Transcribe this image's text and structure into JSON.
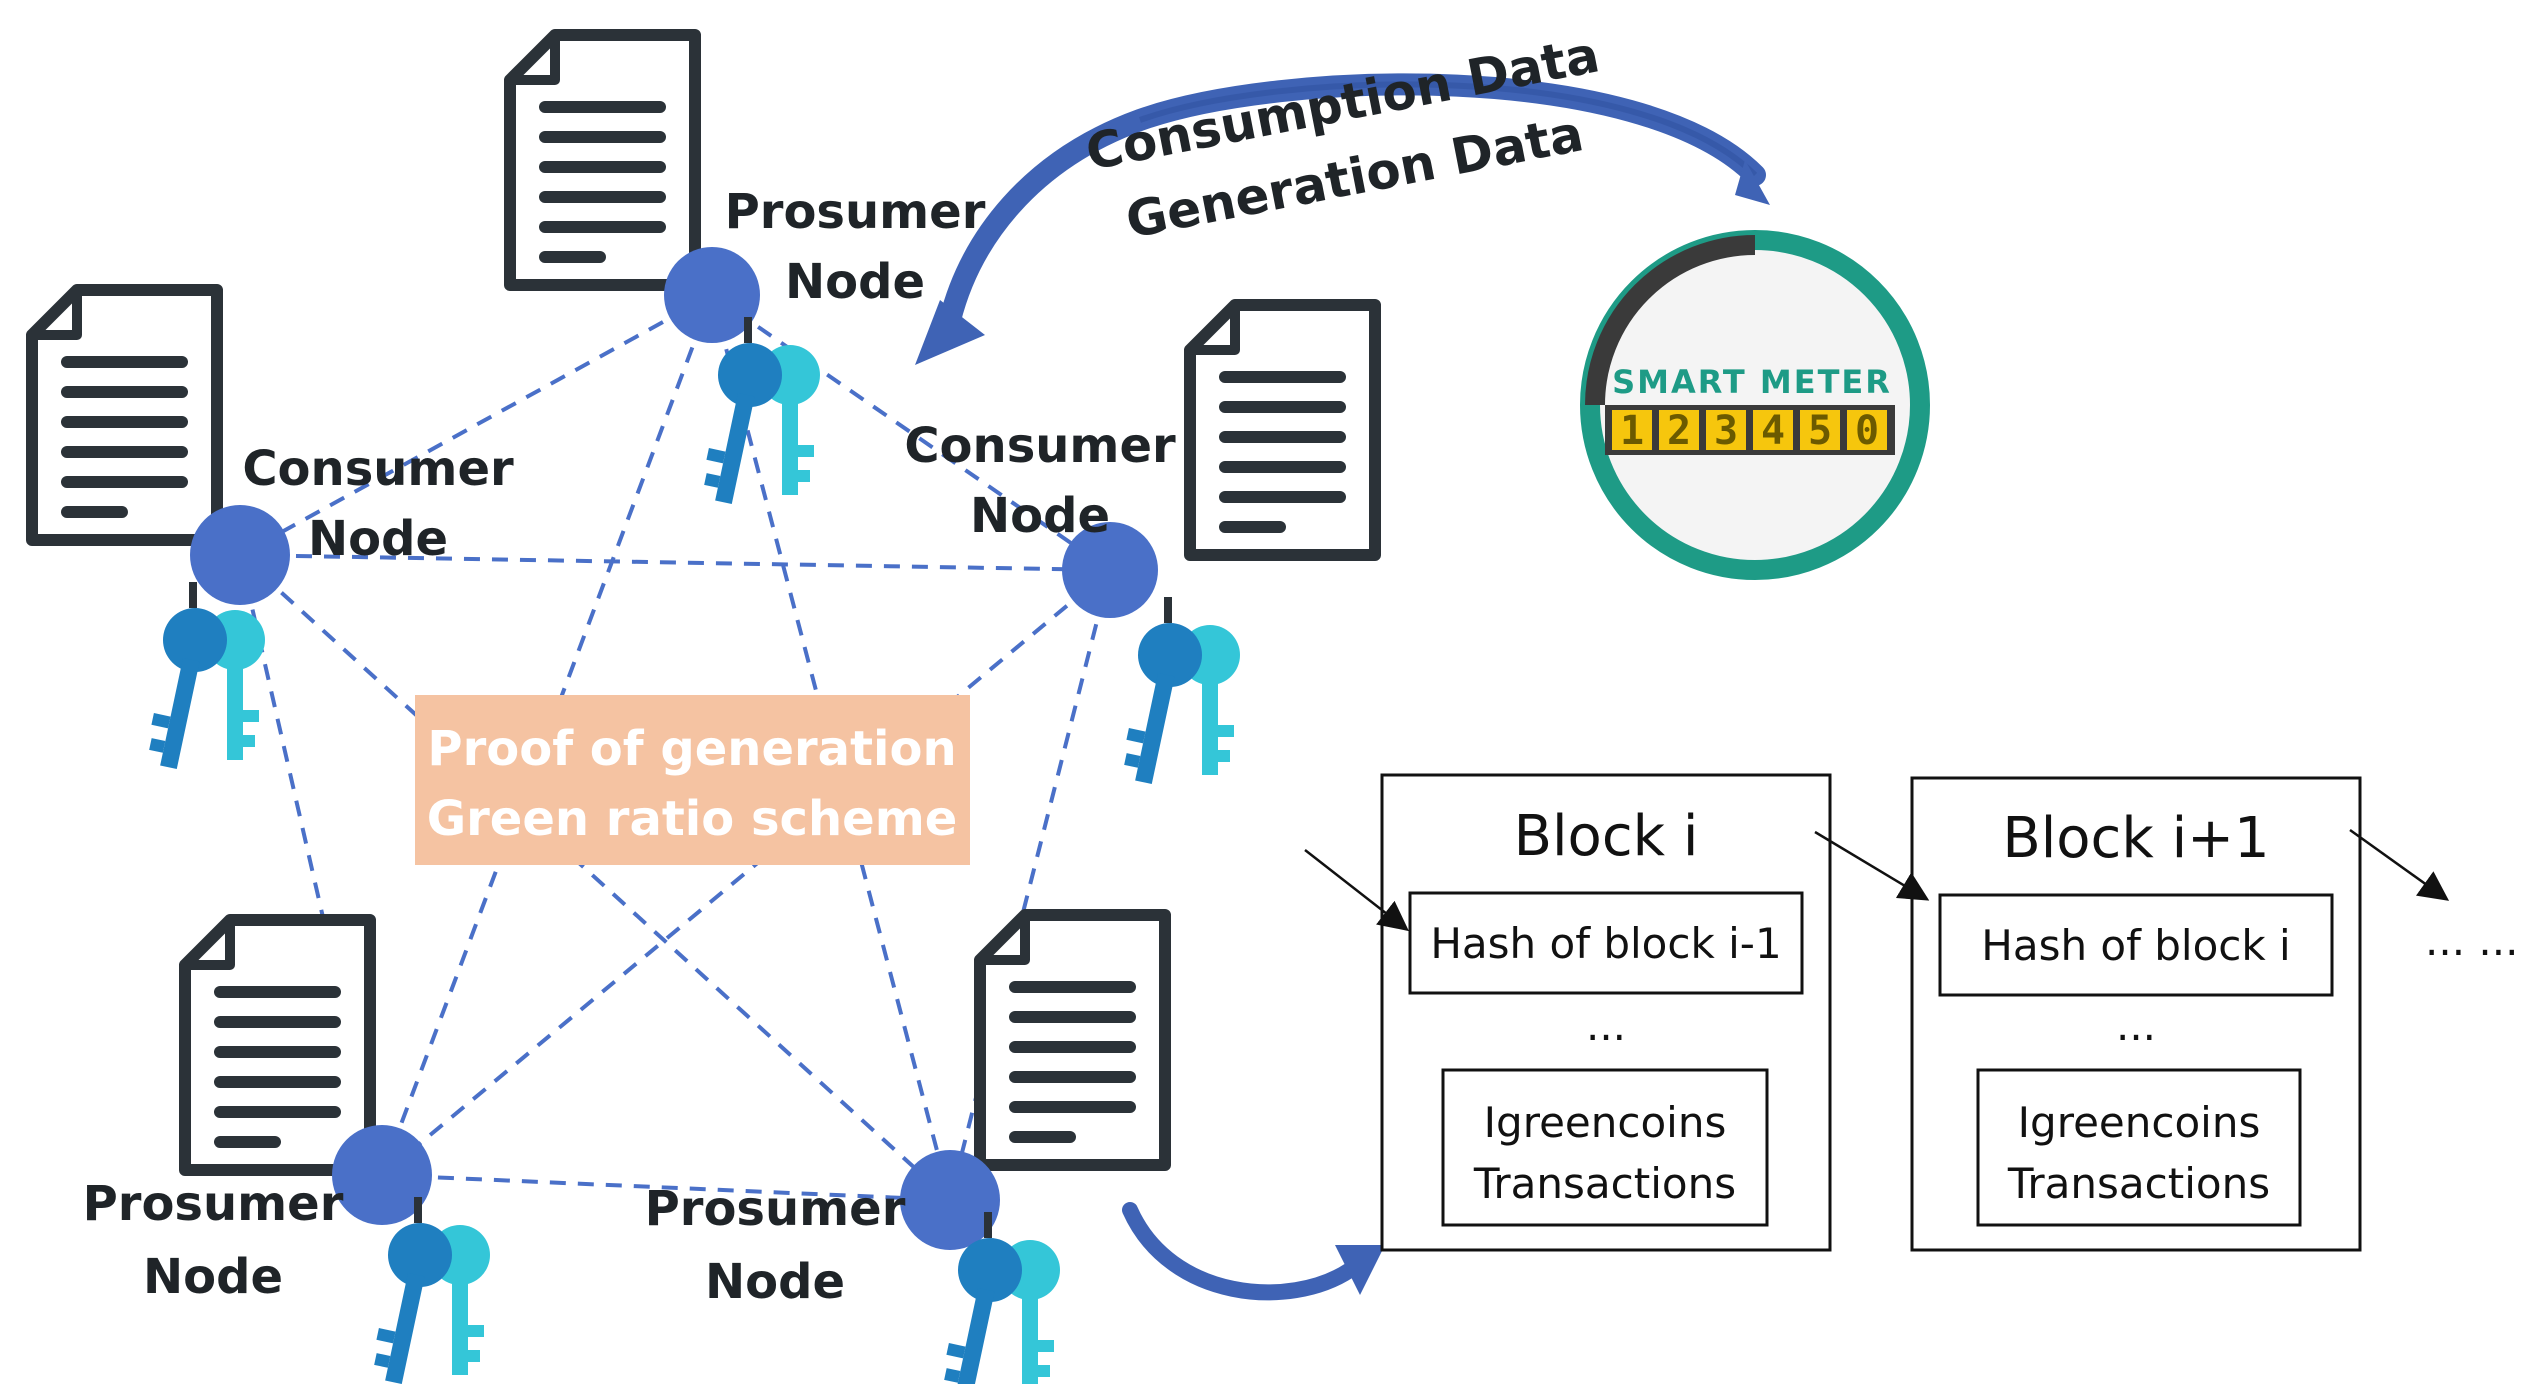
{
  "nodes": [
    {
      "id": "top",
      "line1": "Prosumer",
      "line2": "Node"
    },
    {
      "id": "left",
      "line1": "Consumer",
      "line2": "Node"
    },
    {
      "id": "right",
      "line1": "Consumer",
      "line2": "Node"
    },
    {
      "id": "bottom_left",
      "line1": "Prosumer",
      "line2": "Node"
    },
    {
      "id": "bottom_right",
      "line1": "Prosumer",
      "line2": "Node"
    }
  ],
  "consensus": {
    "line1": "Proof of generation",
    "line2": "Green ratio scheme"
  },
  "data_flow": {
    "line1": "Consumption Data",
    "line2": "Generation Data"
  },
  "smart_meter": {
    "title": "SMART METER",
    "digits": [
      "1",
      "2",
      "3",
      "4",
      "5",
      "0"
    ]
  },
  "blocks": [
    {
      "title": "Block i",
      "hash": "Hash of block i-1",
      "ellipsis": "...",
      "tx_line1": "Igreencoins",
      "tx_line2": "Transactions"
    },
    {
      "title": "Block i+1",
      "hash": "Hash of block i",
      "ellipsis": "...",
      "tx_line1": "Igreencoins",
      "tx_line2": "Transactions"
    }
  ],
  "chain_continuation": "... ...",
  "colors": {
    "node": "#4a70c8",
    "mesh_line": "#4a70c8",
    "consensus_box": "#f5c3a2",
    "arrow": "#3f63b5",
    "meter_ring": "#1e9b86",
    "meter_ring_dark": "#3a3a3a",
    "meter_digits_bg": "#f6c60d",
    "key_dark": "#1f7fc0",
    "key_light": "#34c6d8",
    "doc": "#2b3238"
  }
}
